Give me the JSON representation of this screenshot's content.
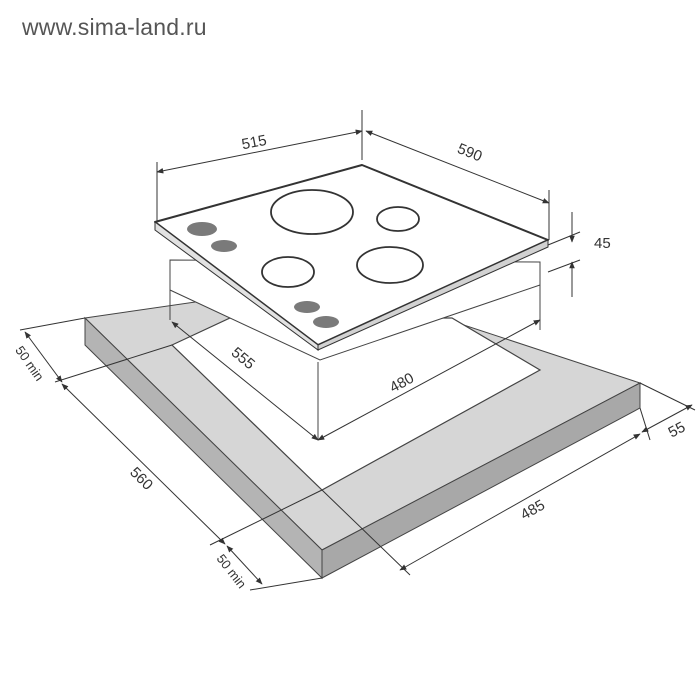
{
  "watermark": "www.sima-land.ru",
  "dimensions": {
    "top_width": "515",
    "top_depth": "590",
    "thickness": "45",
    "cutout_depth": "555",
    "cutout_width": "480",
    "counter_depth": "560",
    "counter_width": "485",
    "counter_edge": "55",
    "clearance_back": "50 min",
    "clearance_front": "50 min"
  },
  "colors": {
    "counter_top": "#d6d6d6",
    "counter_side": "#b4b4b4",
    "hob_top": "#ffffff",
    "outline": "#333333",
    "knob": "#7a7a7a"
  }
}
